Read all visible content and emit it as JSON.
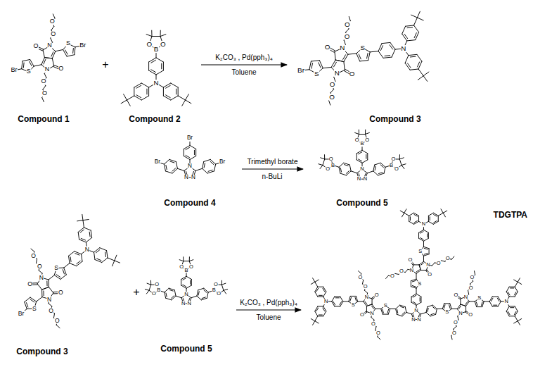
{
  "diagram": {
    "nodes": [
      {
        "text": [
          "Compound 1"
        ]
      },
      {
        "text": [
          "Compound 2"
        ]
      },
      {
        "text": [
          "Compound 3"
        ]
      },
      {
        "text": [
          "Compound 4"
        ]
      },
      {
        "text": [
          "Compound 5"
        ]
      },
      {
        "text": [
          "Compound 3"
        ]
      },
      {
        "text": [
          "Compound 5"
        ]
      },
      {
        "text": [
          "TDGTPA"
        ]
      }
    ],
    "edges": [
      {
        "from": 1,
        "to": 2,
        "label": "K₂CO₃ , Pd(pph₃)₄",
        "arrow": "to"
      },
      {
        "from": 3,
        "to": 4,
        "label": "Trimethyl borate",
        "arrow": "to"
      },
      {
        "from": 6,
        "to": 7,
        "label": "K₂CO₃ , Pd(pph₃)₄",
        "arrow": "to"
      }
    ],
    "labels": [
      "+",
      "Toluene",
      "n-BuLi",
      "+",
      "Toluene",
      "Br",
      "S",
      "O",
      "N",
      "O",
      "O",
      "O",
      "N",
      "O",
      "O",
      "S",
      "Br",
      "N",
      "B",
      "O",
      "O",
      "Br",
      "S",
      "O",
      "N",
      "O",
      "O",
      "O",
      "N",
      "O",
      "O",
      "S",
      "N",
      "N",
      "N",
      "N",
      "Br",
      "Br",
      "Br",
      "N",
      "N",
      "N",
      "B",
      "O",
      "O",
      "B",
      "O",
      "O",
      "B",
      "O",
      "O",
      "Br",
      "S",
      "O",
      "N",
      "O",
      "O",
      "O",
      "N",
      "O",
      "O",
      "S",
      "N",
      "N",
      "N",
      "N",
      "B",
      "O",
      "O",
      "B",
      "O",
      "O",
      "B",
      "O",
      "O",
      "N",
      "N",
      "N",
      "S",
      "O",
      "N",
      "O",
      "O",
      "O",
      "N",
      "O",
      "O",
      "S",
      "N",
      "S",
      "O",
      "N",
      "O",
      "O",
      "O",
      "N",
      "O",
      "O",
      "S",
      "N",
      "S",
      "O",
      "N",
      "O",
      "O",
      "O",
      "N",
      "O",
      "O",
      "S",
      "N"
    ]
  }
}
